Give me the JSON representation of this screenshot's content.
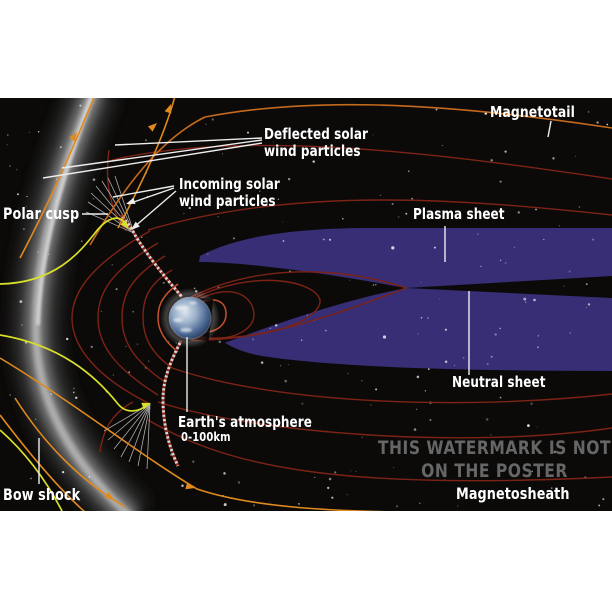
{
  "poster": {
    "labels": {
      "magnetotail": "Magnetotail",
      "deflected_line1": "Deflected solar",
      "deflected_line2": "wind particles",
      "incoming_line1": "Incoming solar",
      "incoming_line2": "wind particles",
      "polar_cusp": "Polar cusp",
      "plasma_sheet": "Plasma sheet",
      "neutral_sheet": "Neutral sheet",
      "earth_atmosphere": "Earth's atmosphere",
      "earth_atmosphere_range": "0-100km",
      "bow_shock": "Bow shock",
      "magnetosheath": "Magnetosheath"
    },
    "watermark": {
      "line1": "THIS WATERMARK IS NOT",
      "line2": "ON THE POSTER",
      "color": "#666666"
    },
    "colors": {
      "background_space": "#0b0a09",
      "field_line_maroon": "#7d2316",
      "field_line_bright": "#c8502e",
      "flow_line_orange": "#e08a1e",
      "flow_line_yellow": "#d8e02a",
      "plasma_sheet_purple": "#372e76",
      "bow_shock_gray": "#b5b5b5",
      "label_text": "#ffffff"
    }
  }
}
